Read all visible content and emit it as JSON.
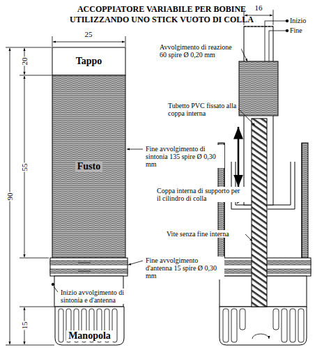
{
  "diagram": {
    "title": "ACCOPPIATORE VARIABILE PER BOBINE UTILIZZANDO UNO STICK VUOTO DI COLLA",
    "nodes": [
      {
        "text": [
          "Tappo"
        ]
      },
      {
        "text": [
          "Fusto"
        ]
      },
      {
        "text": [
          "Manopola"
        ]
      }
    ],
    "labels": [
      "25",
      "20",
      "55",
      "90",
      "15",
      "16",
      "Inizio",
      "Fine",
      "Avvolgimento di reazione 60 spire Ø 0,20 mm",
      "Tubetto PVC fissato alla coppa interna",
      "Fine avvolgimento di sintonia 135 spire Ø 0,30 mm",
      "Coppa interna di supporto per il cilindro di colla",
      "Vite senza fine interna",
      "Fine avvolgimento d'antenna 15 spire Ø 0,30 mm",
      "Inizio avvolgimento di sintonia e d'antenna"
    ]
  }
}
